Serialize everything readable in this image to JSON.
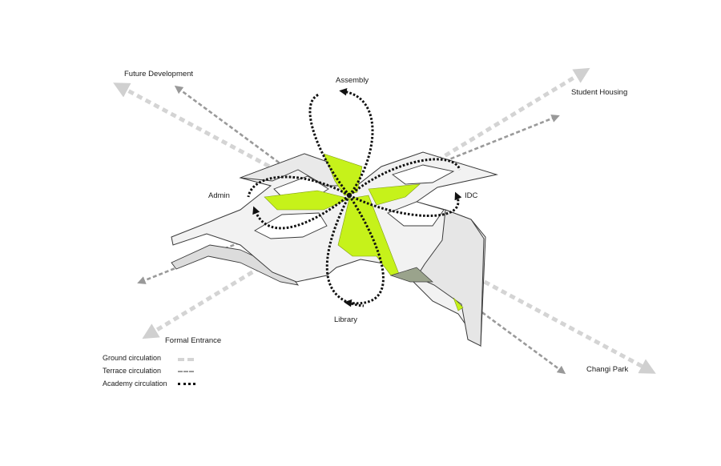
{
  "labels": {
    "future_development": "Future Development",
    "assembly": "Assembly",
    "student_housing": "Student Housing",
    "admin": "Admin",
    "idc": "IDC",
    "library": "Library",
    "formal_entrance": "Formal Entrance",
    "changi_park": "Changi Park"
  },
  "legend": {
    "ground": "Ground circulation",
    "terrace": "Terrace circulation",
    "academy": "Academy circulation"
  },
  "colors": {
    "ground_circulation": "#d6d6d6",
    "terrace_circulation": "#999999",
    "academy_circulation": "#111111",
    "accent_green": "#c6f21a",
    "building_fill": "#f1f1f1",
    "building_stroke": "#3a3a3a"
  }
}
